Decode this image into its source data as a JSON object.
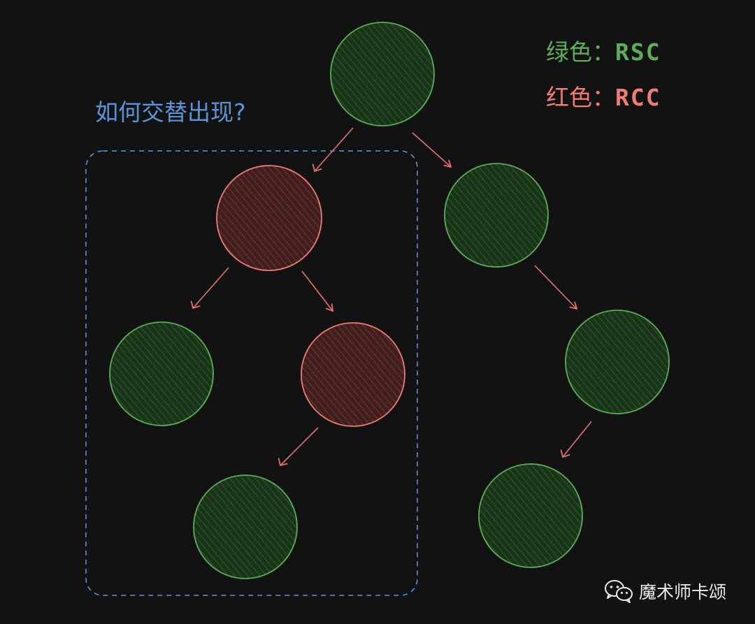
{
  "question_text": "如何交替出现?",
  "legend": [
    {
      "label": "绿色",
      "separator": "：",
      "code": "RSC",
      "color": "#5cae58"
    },
    {
      "label": "红色",
      "separator": "：",
      "code": "RCC",
      "color": "#f07c74"
    }
  ],
  "watermark": {
    "text": "魔术师卡颂",
    "icon": "wechat-icon"
  },
  "colors": {
    "background": "#121212",
    "green_stroke": "#5cae58",
    "green_fill": "#1a3419",
    "red_stroke": "#f07c74",
    "red_fill": "#3f1f1d",
    "arrow": "#e8706a",
    "group_border": "#5a94d8"
  },
  "nodes": [
    {
      "id": "root",
      "type": "RSC"
    },
    {
      "id": "left",
      "type": "RCC"
    },
    {
      "id": "right",
      "type": "RSC"
    },
    {
      "id": "left-left",
      "type": "RSC"
    },
    {
      "id": "left-right",
      "type": "RCC"
    },
    {
      "id": "left-right-child",
      "type": "RSC"
    },
    {
      "id": "right-child",
      "type": "RSC"
    },
    {
      "id": "right-grandchild",
      "type": "RSC"
    }
  ],
  "edges": [
    {
      "from": "root",
      "to": "left"
    },
    {
      "from": "root",
      "to": "right"
    },
    {
      "from": "left",
      "to": "left-left"
    },
    {
      "from": "left",
      "to": "left-right"
    },
    {
      "from": "left-right",
      "to": "left-right-child"
    },
    {
      "from": "right",
      "to": "right-child"
    },
    {
      "from": "right-child",
      "to": "right-grandchild"
    }
  ]
}
